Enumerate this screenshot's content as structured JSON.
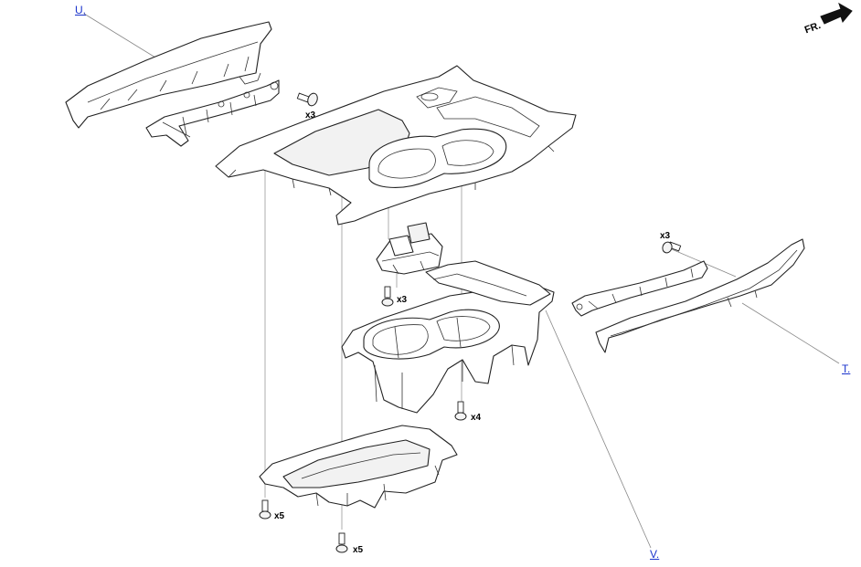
{
  "callouts": {
    "u": "U.",
    "t": "T.",
    "v": "V."
  },
  "quantities": {
    "upper_screws": "x3",
    "shifter_screws": "x3",
    "right_trim_screws": "x3",
    "cupholder_screws": "x4",
    "tray_left_screws": "x5",
    "tray_bottom_screws": "x5"
  },
  "front_indicator": "FR.",
  "colors": {
    "link": "#1a33cc",
    "line": "#222222",
    "leader": "#888888"
  }
}
